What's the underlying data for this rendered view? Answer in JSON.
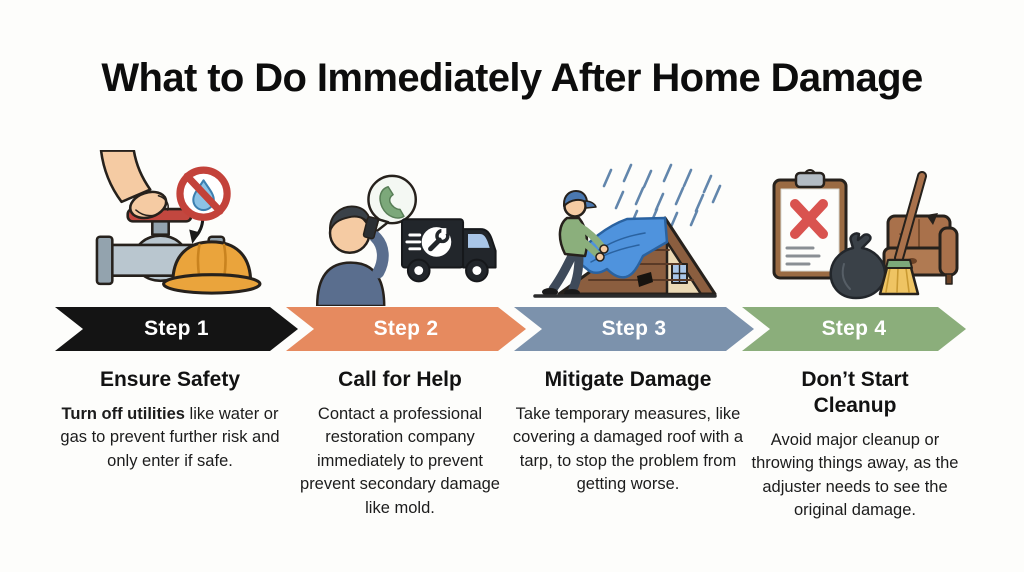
{
  "title": "What to Do Immediately After Home Damage",
  "background_color": "#FDFDFB",
  "steps": [
    {
      "banner": "Step 1",
      "color": "#141414",
      "heading": "Ensure Safety",
      "body_lead": "Turn off utilities",
      "body_rest": " like water or gas to prevent further risk and only enter if safe.",
      "illustration": "hand-shutting-off-valve-with-no-water-sign-and-hard-hat"
    },
    {
      "banner": "Step 2",
      "color": "#E68A5F",
      "heading": "Call for Help",
      "body_lead": "",
      "body_rest": "Contact a professional restoration company immediately to prevent prevent secondary damage like mold.",
      "illustration": "person-phoning-restoration-service-truck"
    },
    {
      "banner": "Step 3",
      "color": "#7C92AC",
      "heading": "Mitigate Damage",
      "body_lead": "",
      "body_rest": "Take temporary measures, like covering a damaged roof with a tarp, to stop the problem from getting worse.",
      "illustration": "person-covering-damaged-roof-with-tarp-in-rain"
    },
    {
      "banner": "Step 4",
      "color": "#8BAE7B",
      "heading": "Don’t Start Cleanup",
      "body_lead": "",
      "body_rest": "Avoid major cleanup or throwing things away, as the adjuster needs to see the original damage.",
      "illustration": "clipboard-red-x-trash-bag-broom-damaged-couch"
    }
  ]
}
